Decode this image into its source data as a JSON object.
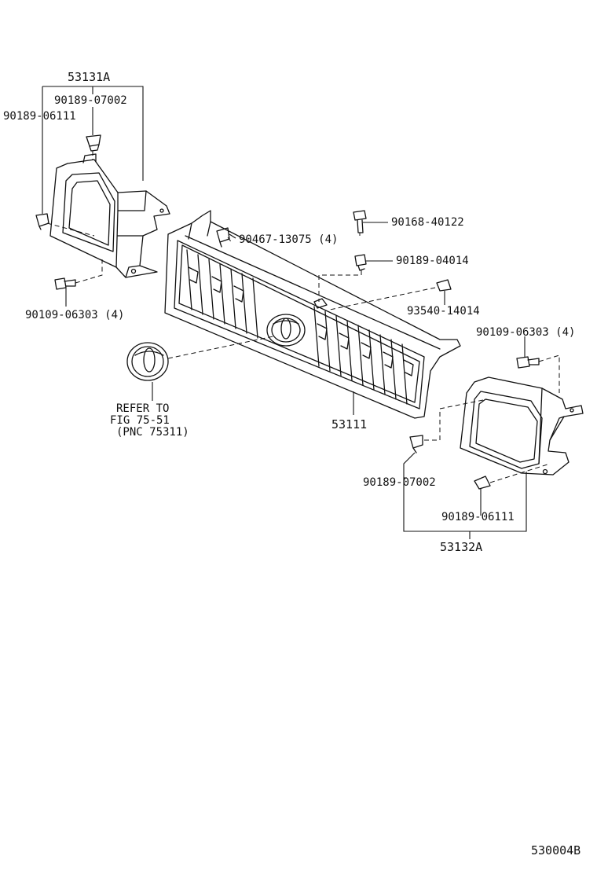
{
  "labels": {
    "assembly_left": "53131A",
    "left_clip_top": "90189-07002",
    "left_clip_side": "90189-06111",
    "left_screw": "90109-06303 (4)",
    "grille_clip": "90467-13075 (4)",
    "top_bolt": "90168-40122",
    "top_nut": "90189-04014",
    "right_screw_small": "93540-14014",
    "right_screw": "90109-06303 (4)",
    "grille": "53111",
    "refer_line1": "REFER TO",
    "refer_line2": "FIG 75-51",
    "refer_line3": "(PNC 75311)",
    "right_clip_top": "90189-07002",
    "right_clip_side": "90189-06111",
    "assembly_right": "53132A",
    "figure_code": "530004B"
  },
  "colors": {
    "ink": "#111111",
    "background": "#ffffff"
  }
}
